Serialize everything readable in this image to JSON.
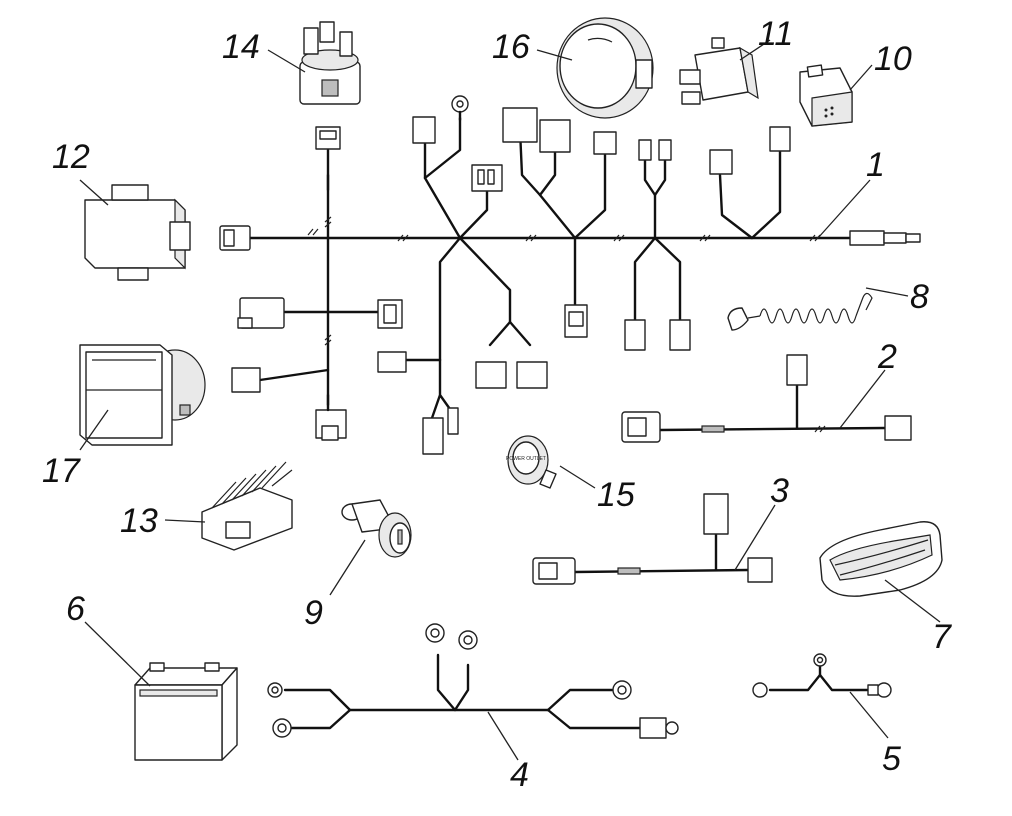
{
  "callouts": [
    {
      "id": "c1",
      "label": "1"
    },
    {
      "id": "c2",
      "label": "2"
    },
    {
      "id": "c3",
      "label": "3"
    },
    {
      "id": "c4",
      "label": "4"
    },
    {
      "id": "c5",
      "label": "5"
    },
    {
      "id": "c6",
      "label": "6"
    },
    {
      "id": "c7",
      "label": "7"
    },
    {
      "id": "c8",
      "label": "8"
    },
    {
      "id": "c9",
      "label": "9"
    },
    {
      "id": "c10",
      "label": "10"
    },
    {
      "id": "c11",
      "label": "11"
    },
    {
      "id": "c12",
      "label": "12"
    },
    {
      "id": "c13",
      "label": "13"
    },
    {
      "id": "c14",
      "label": "14"
    },
    {
      "id": "c15",
      "label": "15"
    },
    {
      "id": "c16",
      "label": "16"
    },
    {
      "id": "c17",
      "label": "17"
    }
  ],
  "socket_face_text": "POWER OUTLET"
}
